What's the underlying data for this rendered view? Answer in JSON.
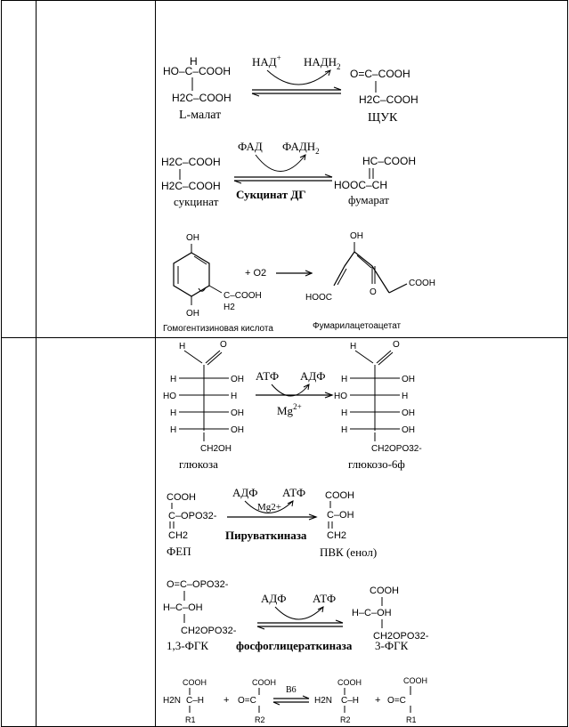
{
  "reactions": {
    "malate": {
      "cofactor_in": "НАД+",
      "cofactor_in_base": "НАД",
      "cofactor_in_sup": "+",
      "cofactor_out": "НАДН2",
      "cofactor_out_base": "НАДН",
      "cofactor_out_sub": "2",
      "sub_r1_pre": "H",
      "sub_r1": "HO–C–COOH",
      "sub_r2": "H2C–COOH",
      "substrate_name": "L-малат",
      "prod_r1": "O=C–COOH",
      "prod_r2": "H2C–COOH",
      "product_name": "ЩУК"
    },
    "succinate": {
      "cofactor_in": "ФАД",
      "cofactor_out": "ФАДН2",
      "cofactor_out_base": "ФАДН",
      "cofactor_out_sub": "2",
      "sub_r1": "H2C–COOH",
      "sub_r2": "H2C–COOH",
      "substrate_name": "сукцинат",
      "enzyme": "Сукцинат ДГ",
      "prod_r1": "HC–COOH",
      "prod_r2": "HOOC–CH",
      "product_name": "фумарат"
    },
    "homogentisate": {
      "oh_top": "OH",
      "oh_bottom": "OH",
      "side_chain": "C–COOH",
      "h2": "H2",
      "plus_o2": "+ O2",
      "substrate_name": "Гомогентизиновая кислота",
      "prod_oh": "OH",
      "prod_left": "HOOC",
      "prod_o": "O",
      "prod_right": "COOH",
      "product_name": "Фумарилацетоацетат"
    },
    "hexokinase": {
      "cofactor_in": "АТФ",
      "cofactor_out": "АДФ",
      "ion": "Mg2+",
      "ion_base": "Mg",
      "ion_sup": "2+",
      "glc": [
        "H",
        "O",
        "H",
        "OH",
        "HO",
        "H",
        "H",
        "OH",
        "H",
        "OH",
        "CH2OH"
      ],
      "substrate_name": "глюкоза",
      "g6p": [
        "H",
        "O",
        "H",
        "OH",
        "HO",
        "H",
        "H",
        "OH",
        "H",
        "OH",
        "CH2OPO32-"
      ],
      "product_name": "глюкозо-6ф"
    },
    "pyruvate_kinase": {
      "cofactor_in": "АДФ",
      "cofactor_out": "АТФ",
      "ion": "Mg2+",
      "sub_cooh": "COOH",
      "sub_mid": "C–OPO32-",
      "sub_ch2": "CH2",
      "substrate_name": "ФЕП",
      "enzyme": "Пируваткиназа",
      "prod_cooh": "COOH",
      "prod_mid": "C–OH",
      "prod_ch2": "CH2",
      "product_name": "ПВК (енол)"
    },
    "pgk": {
      "cofactor_in": "АДФ",
      "cofactor_out": "АТФ",
      "sub_top": "O=C–OPO32-",
      "sub_mid": "H–C–OH",
      "sub_bot": "CH2OPO32-",
      "substrate_name": "1,3-ФГК",
      "enzyme": "фосфоглицераткиназа",
      "prod_top": "COOH",
      "prod_mid": "H–C–OH",
      "prod_bot": "CH2OPO32-",
      "product_name": "3-ФГК"
    },
    "transamination": {
      "cofactor": "B6",
      "a_cooh": "COOH",
      "a_left": "H2N",
      "a_mid": "C–H",
      "a_r": "R1",
      "plus1": "+",
      "b_cooh": "COOH",
      "b_left": "O=C",
      "b_r": "R2",
      "c_cooh": "COOH",
      "c_left": "H2N",
      "c_mid": "C–H",
      "c_r": "R2",
      "plus2": "+",
      "d_cooh": "COOH",
      "d_left": "O=C",
      "d_r": "R1"
    }
  }
}
